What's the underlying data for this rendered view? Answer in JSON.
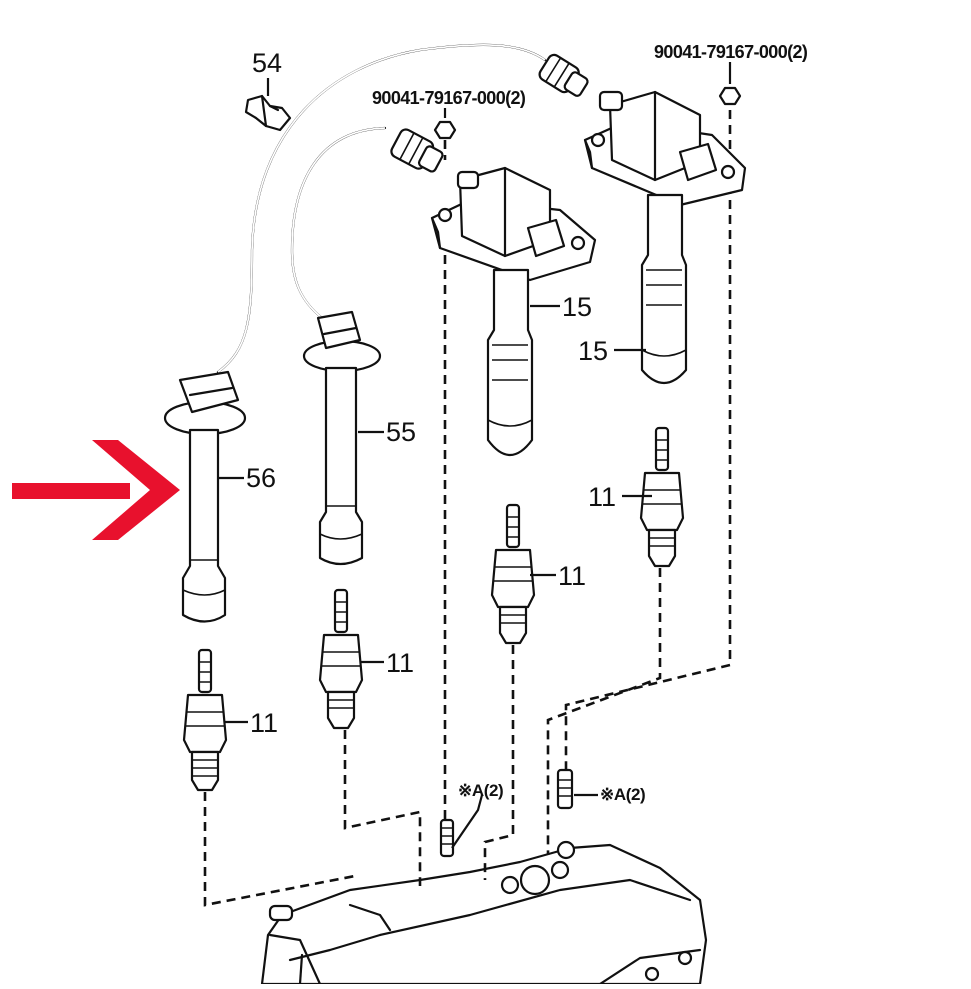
{
  "diagram": {
    "labels": {
      "clip": "54",
      "cord_55": "55",
      "cord_56": "56",
      "coil_left": "15",
      "coil_right": "15",
      "plug_1": "11",
      "plug_2": "11",
      "plug_3": "11",
      "plug_4": "11"
    },
    "bolt_part_number_left": "90041-79167-000(2)",
    "bolt_part_number_right": "90041-79167-000(2)",
    "stud_ref_left": "※A(2)",
    "stud_ref_right": "※A(2)",
    "arrow_color": "#e8112d"
  }
}
